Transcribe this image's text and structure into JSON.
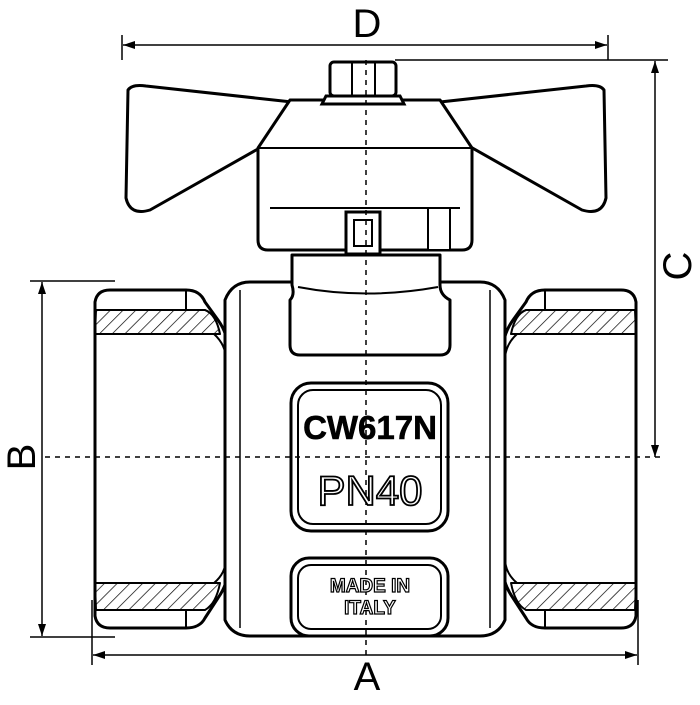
{
  "drawing": {
    "dimension_labels": {
      "a": "A",
      "b": "B",
      "c": "C",
      "d": "D"
    },
    "body_markings": {
      "material": "CW617N",
      "pressure": "PN40",
      "origin_line1": "MADE IN",
      "origin_line2": "ITALY"
    },
    "colors": {
      "line": "#000000",
      "fill": "#ffffff",
      "hatch": "#000000"
    }
  }
}
